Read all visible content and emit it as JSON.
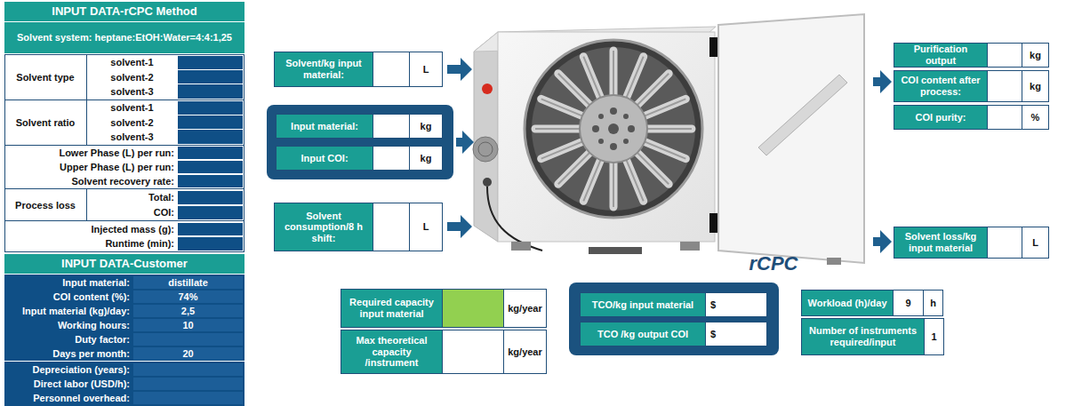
{
  "diagram": {
    "nodes": [
      {
        "text": [
          "Solvent/kg input material:",
          "L"
        ]
      },
      {
        "text": [
          "Input material:",
          "kg"
        ]
      },
      {
        "text": [
          "Input COI:",
          "kg"
        ]
      },
      {
        "text": [
          "Solvent consumption/8 h shift:",
          "L"
        ]
      },
      {
        "text": [
          "Purification output",
          "kg"
        ]
      },
      {
        "text": [
          "COI content after process:",
          "kg"
        ]
      },
      {
        "text": [
          "COI purity:",
          "%"
        ]
      },
      {
        "text": [
          "Solvent loss/kg input material",
          "L"
        ]
      },
      {
        "text": [
          "Required capacity input material",
          "kg/year"
        ]
      },
      {
        "text": [
          "Max theoretical capacity /instrument",
          "kg/year"
        ]
      },
      {
        "text": [
          "TCO/kg input material",
          "$"
        ]
      },
      {
        "text": [
          "TCO /kg output COI",
          "$"
        ]
      },
      {
        "text": [
          "Workload (h)/day",
          "9",
          "h"
        ]
      },
      {
        "text": [
          "Number of instruments required/input",
          "1"
        ]
      }
    ],
    "labels": [
      "INPUT DATA-rCPC Method",
      "Solvent system: heptane:EtOH:Water=4:4:1,25",
      "Solvent type",
      "solvent-1",
      "solvent-2",
      "solvent-3",
      "Solvent ratio",
      "solvent-1",
      "solvent-2",
      "solvent-3",
      "Lower Phase (L) per run:",
      "Upper Phase (L) per run:",
      "Solvent recovery rate:",
      "Process loss",
      "Total:",
      "COI:",
      "Injected mass (g):",
      "Runtime (min):",
      "INPUT DATA-Customer",
      "Input material:",
      "distillate",
      "COI content (%):",
      "74%",
      "Input material (kg)/day:",
      "2,5",
      "Working hours:",
      "10",
      "Duty factor:",
      "Days per month:",
      "20",
      "Depreciation (years):",
      "Direct labor (USD/h):",
      "Personnel overhead:",
      "rCPC"
    ]
  }
}
